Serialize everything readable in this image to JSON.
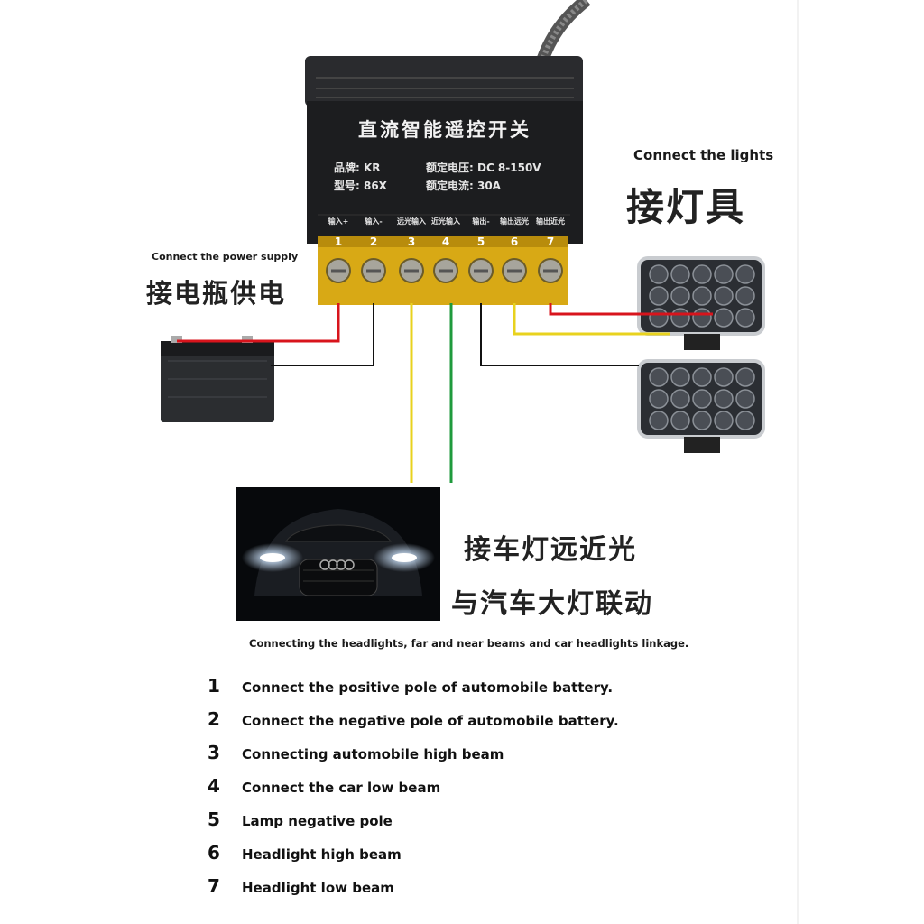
{
  "device": {
    "title": "直流智能遥控开关",
    "brand": "品牌: KR",
    "model": "型号: 86X",
    "rated_voltage": "额定电压: DC 8-150V",
    "rated_current": "额定电流: 30A",
    "terminal_labels": [
      "输入+",
      "输入-",
      "远光输入",
      "近光输入",
      "输出-",
      "输出远光",
      "输出近光"
    ],
    "terminal_numbers": [
      "1",
      "2",
      "3",
      "4",
      "5",
      "6",
      "7"
    ]
  },
  "labels": {
    "power_en": "Connect the power supply",
    "power_cn": "接电瓶供电",
    "lights_en": "Connect the lights",
    "lights_cn": "接灯具",
    "headlight_cn_1": "接车灯远近光",
    "headlight_cn_2": "与汽车大灯联动",
    "headlight_en": "Connecting the headlights, far and near beams and car headlights linkage."
  },
  "legend": [
    {
      "num": "1",
      "text": "Connect the positive pole of automobile battery."
    },
    {
      "num": "2",
      "text": "Connect the negative pole of automobile battery."
    },
    {
      "num": "3",
      "text": "Connecting automobile high beam"
    },
    {
      "num": "4",
      "text": "Connect the car low beam"
    },
    {
      "num": "5",
      "text": "Lamp negative pole"
    },
    {
      "num": "6",
      "text": "Headlight high beam"
    },
    {
      "num": "7",
      "text": "Headlight low beam"
    }
  ],
  "colors": {
    "device_body": "#1c1d1f",
    "terminal_block": "#d8a915",
    "wire_red": "#d8141c",
    "wire_black": "#111111",
    "wire_yellow": "#e8d21e",
    "wire_green": "#1f9a3c"
  }
}
